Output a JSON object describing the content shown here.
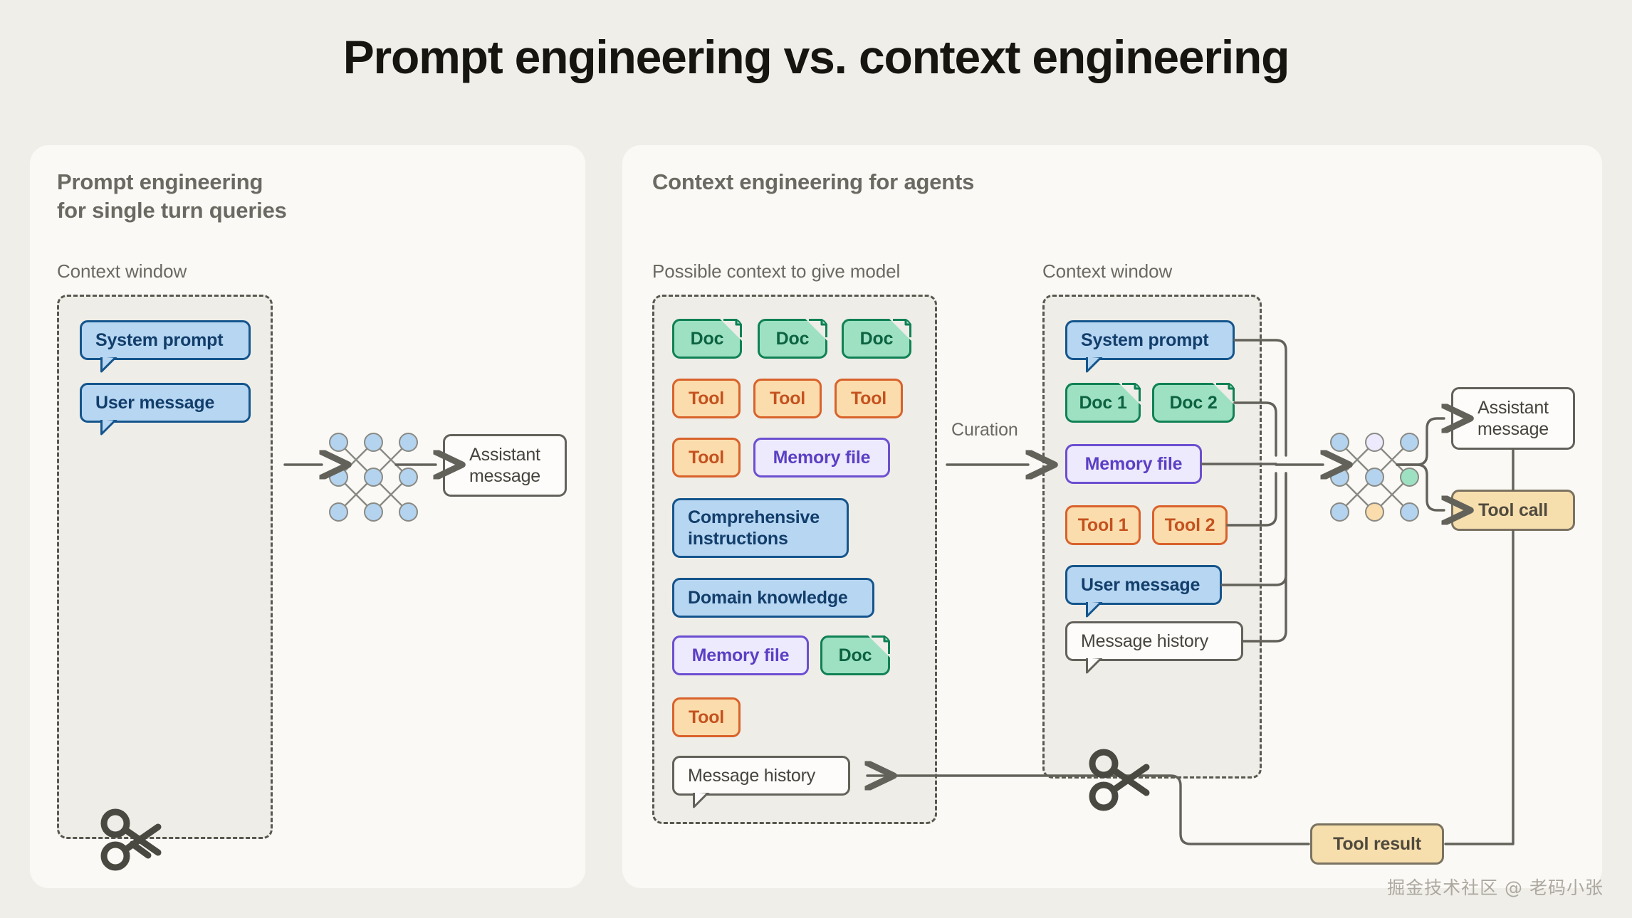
{
  "page": {
    "title": "Prompt engineering vs. context engineering",
    "background_color": "#F0EEE9",
    "panel_color": "#FAF9F5",
    "watermark": "掘金技术社区 @ 老码小张"
  },
  "colors": {
    "blue_fill": "#B7D6F2",
    "blue_border": "#15558C",
    "green_fill": "#9EE1C2",
    "green_border": "#108154",
    "orange_fill": "#FBDCAC",
    "orange_border": "#D9622B",
    "purple_fill": "#EDEAFD",
    "purple_border": "#6C4FD1",
    "white_fill": "#FDFCFA",
    "white_border": "#63625A",
    "tan_fill": "#F7DEAD",
    "tan_border": "#7B7361",
    "line": "#63625A",
    "dashed_border": "#59584F",
    "text_muted": "#6B6A62"
  },
  "left_panel": {
    "title": "Prompt engineering\nfor single turn queries",
    "context_window_label": "Context window",
    "chips": [
      {
        "label": "System prompt",
        "kind": "blue",
        "shape": "bubble"
      },
      {
        "label": "User message",
        "kind": "blue",
        "shape": "bubble"
      }
    ],
    "model_icon": "neural-network-icon",
    "output": {
      "label": "Assistant\nmessage",
      "kind": "white"
    },
    "truncate_icon": "scissors-icon"
  },
  "right_panel": {
    "title": "Context engineering for agents",
    "possible_context_label": "Possible context to give model",
    "context_window_label": "Context window",
    "curation_label": "Curation",
    "possible_context_chips": [
      {
        "label": "Doc",
        "kind": "green",
        "shape": "doc"
      },
      {
        "label": "Doc",
        "kind": "green",
        "shape": "doc"
      },
      {
        "label": "Doc",
        "kind": "green",
        "shape": "doc"
      },
      {
        "label": "Tool",
        "kind": "orange",
        "shape": "box"
      },
      {
        "label": "Tool",
        "kind": "orange",
        "shape": "box"
      },
      {
        "label": "Tool",
        "kind": "orange",
        "shape": "box"
      },
      {
        "label": "Tool",
        "kind": "orange",
        "shape": "box"
      },
      {
        "label": "Memory file",
        "kind": "purple",
        "shape": "box"
      },
      {
        "label": "Comprehensive\ninstructions",
        "kind": "blue",
        "shape": "box"
      },
      {
        "label": "Domain knowledge",
        "kind": "blue",
        "shape": "box"
      },
      {
        "label": "Memory file",
        "kind": "purple",
        "shape": "box"
      },
      {
        "label": "Doc",
        "kind": "green",
        "shape": "doc"
      },
      {
        "label": "Tool",
        "kind": "orange",
        "shape": "box"
      },
      {
        "label": "Message history",
        "kind": "white",
        "shape": "bubble"
      }
    ],
    "context_window_chips": [
      {
        "label": "System prompt",
        "kind": "blue",
        "shape": "bubble"
      },
      {
        "label": "Doc 1",
        "kind": "green",
        "shape": "doc"
      },
      {
        "label": "Doc 2",
        "kind": "green",
        "shape": "doc"
      },
      {
        "label": "Memory file",
        "kind": "purple",
        "shape": "box"
      },
      {
        "label": "Tool 1",
        "kind": "orange",
        "shape": "box"
      },
      {
        "label": "Tool 2",
        "kind": "orange",
        "shape": "box"
      },
      {
        "label": "User message",
        "kind": "blue",
        "shape": "bubble"
      },
      {
        "label": "Message history",
        "kind": "white",
        "shape": "bubble"
      }
    ],
    "model_icon": "neural-network-icon",
    "outputs": [
      {
        "label": "Assistant\nmessage",
        "kind": "white"
      },
      {
        "label": "Tool call",
        "kind": "tan"
      }
    ],
    "tool_result": {
      "label": "Tool result",
      "kind": "tan"
    },
    "truncate_icon": "scissors-icon"
  }
}
